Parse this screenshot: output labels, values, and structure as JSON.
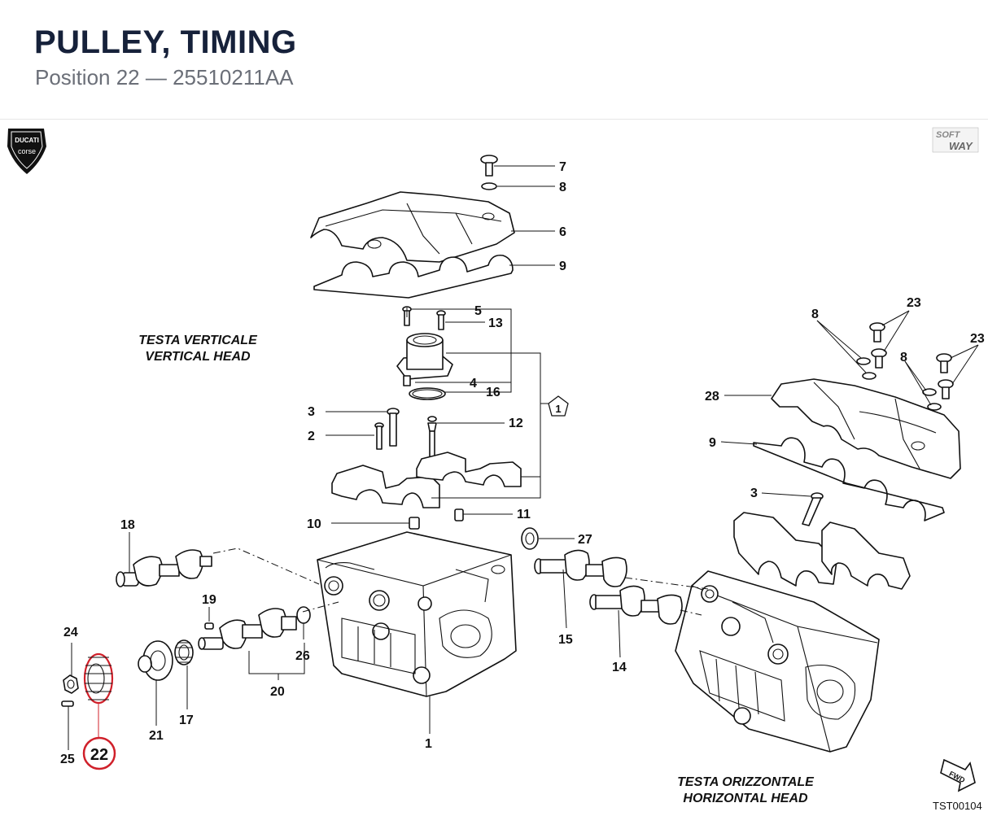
{
  "header": {
    "title": "PULLEY, TIMING",
    "subtitle": "Position 22 — 25510211AA"
  },
  "diagram": {
    "captions": {
      "vertical_it": "TESTA VERTICALE",
      "vertical_en": "VERTICAL HEAD",
      "horizontal_it": "TESTA ORIZZONTALE",
      "horizontal_en": "HORIZONTAL HEAD"
    },
    "callouts": {
      "c1": "1",
      "c2": "2",
      "c3a": "3",
      "c3b": "3",
      "c4": "4",
      "c5": "5",
      "c6": "6",
      "c7": "7",
      "c8a": "8",
      "c8b": "8",
      "c8c": "8",
      "c9a": "9",
      "c9b": "9",
      "c10": "10",
      "c11": "11",
      "c12": "12",
      "c13": "13",
      "c14": "14",
      "c15": "15",
      "c16": "16",
      "c17": "17",
      "c18": "18",
      "c19": "19",
      "c20": "20",
      "c21": "21",
      "c22": "22",
      "c23a": "23",
      "c23b": "23",
      "c24": "24",
      "c25": "25",
      "c26": "26",
      "c27": "27",
      "c28": "28",
      "ref1": "1"
    },
    "highlight_color": "#d0202a",
    "logo_left_text": [
      "DUCATI",
      "corse"
    ],
    "logo_right_text": [
      "SOFT",
      "WAY"
    ],
    "fwd_label": "FWD",
    "doc_id": "TST00104"
  }
}
